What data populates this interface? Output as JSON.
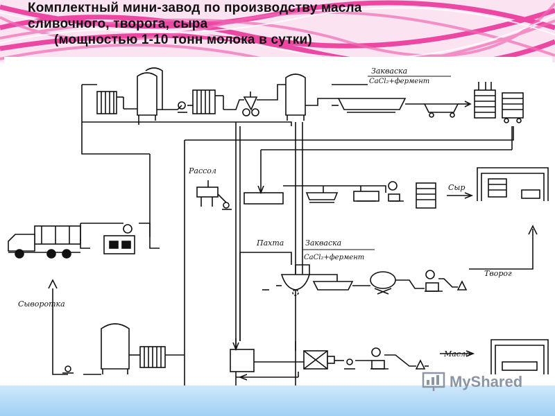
{
  "title": {
    "line1": "Комплектный мини-завод по производству масла",
    "line2": "сливочного, творога, сыра",
    "line3": "(мощностью 1-10 тонн молока в сутки)"
  },
  "labels": {
    "zakvaska_top": "Закваска",
    "zakvaska_top_formula": "CaCl₂+фермент",
    "rassol": "Рассол",
    "syr": "Сыр",
    "pakhta": "Пахта",
    "zakvaska_mid": "Закваска",
    "zakvaska_mid_formula": "CaCl₂+фермент",
    "tvorog": "Творог",
    "syvorotka": "Сыворотка",
    "maslo": "Масло"
  },
  "watermark": {
    "text": "MyShared"
  },
  "colors": {
    "banner_pink": "#e8158a",
    "footer_blue": "#9fd1f5",
    "line": "#111111"
  }
}
